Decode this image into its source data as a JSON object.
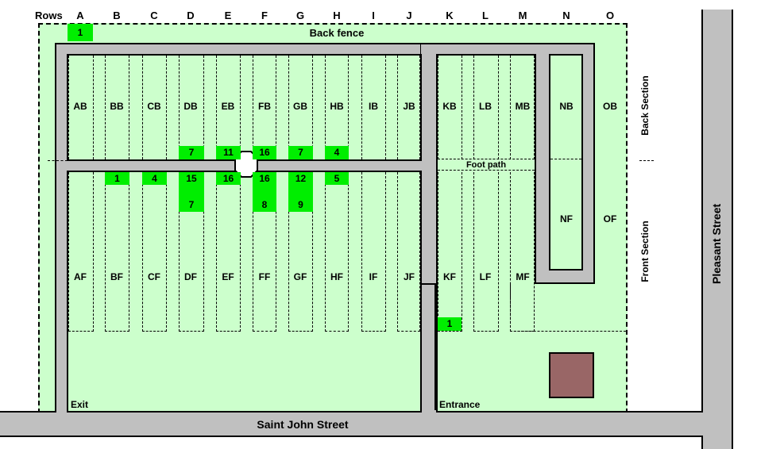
{
  "header": {
    "rows_label": "Rows",
    "columns": [
      "A",
      "B",
      "C",
      "D",
      "E",
      "F",
      "G",
      "H",
      "I",
      "J",
      "K",
      "L",
      "M",
      "N",
      "O"
    ]
  },
  "labels": {
    "back_fence": "Back fence",
    "foot_path": "Foot path",
    "exit": "Exit",
    "entrance": "Entrance",
    "saint_john_street": "Saint John Street",
    "pleasant_street": "Pleasant Street",
    "back_section": "Back  Section",
    "front_section": "Front  Section"
  },
  "back_section_plots": [
    "AB",
    "BB",
    "CB",
    "DB",
    "EB",
    "FB",
    "GB",
    "HB",
    "IB",
    "JB",
    "KB",
    "LB",
    "MB",
    "NB",
    "OB"
  ],
  "front_section_plots": [
    "AF",
    "BF",
    "CF",
    "DF",
    "EF",
    "FF",
    "GF",
    "HF",
    "IF",
    "JF",
    "KF",
    "LF",
    "MF",
    "NF",
    "OF"
  ],
  "markers": {
    "A_top": "1",
    "DB": "7",
    "EB": "11",
    "FB": "16",
    "GB": "7",
    "HB": "4",
    "BF_top": "1",
    "CF_top": "4",
    "DF_top": "15",
    "EF_top": "16",
    "FF_top": "16",
    "GF_top": "12",
    "HF_top": "5",
    "DF_second": "7",
    "FF_second": "8",
    "GF_second": "9",
    "KF_bottom": "1"
  },
  "colors": {
    "grass": "#ccffcc",
    "road": "#c0c0c0",
    "marker": "#00ee00",
    "building": "#996666"
  }
}
